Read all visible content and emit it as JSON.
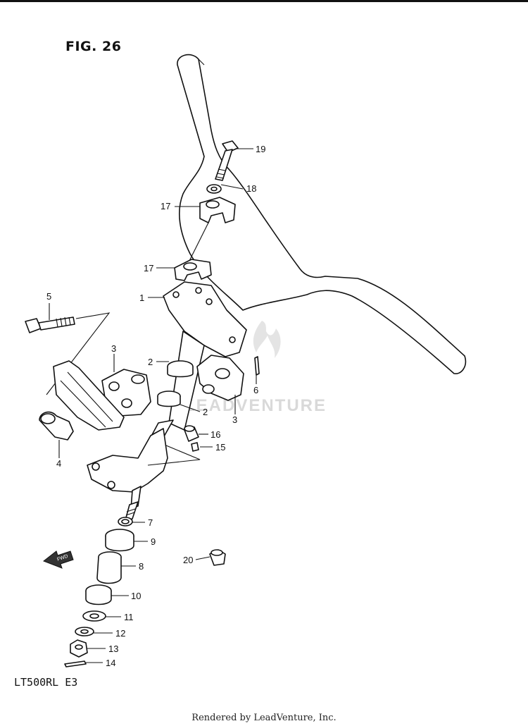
{
  "figure": {
    "title": "FIG. 26",
    "model_code": "LT500RL  E3",
    "footer": "Rendered by LeadVenture, Inc.",
    "watermark": "LEADVENTURE",
    "fwd_label": "FWD"
  },
  "callouts": [
    "19",
    "18",
    "17",
    "17",
    "1",
    "5",
    "3",
    "2",
    "6",
    "2",
    "3",
    "16",
    "15",
    "4",
    "7",
    "9",
    "20",
    "8",
    "10",
    "11",
    "12",
    "13",
    "14"
  ]
}
